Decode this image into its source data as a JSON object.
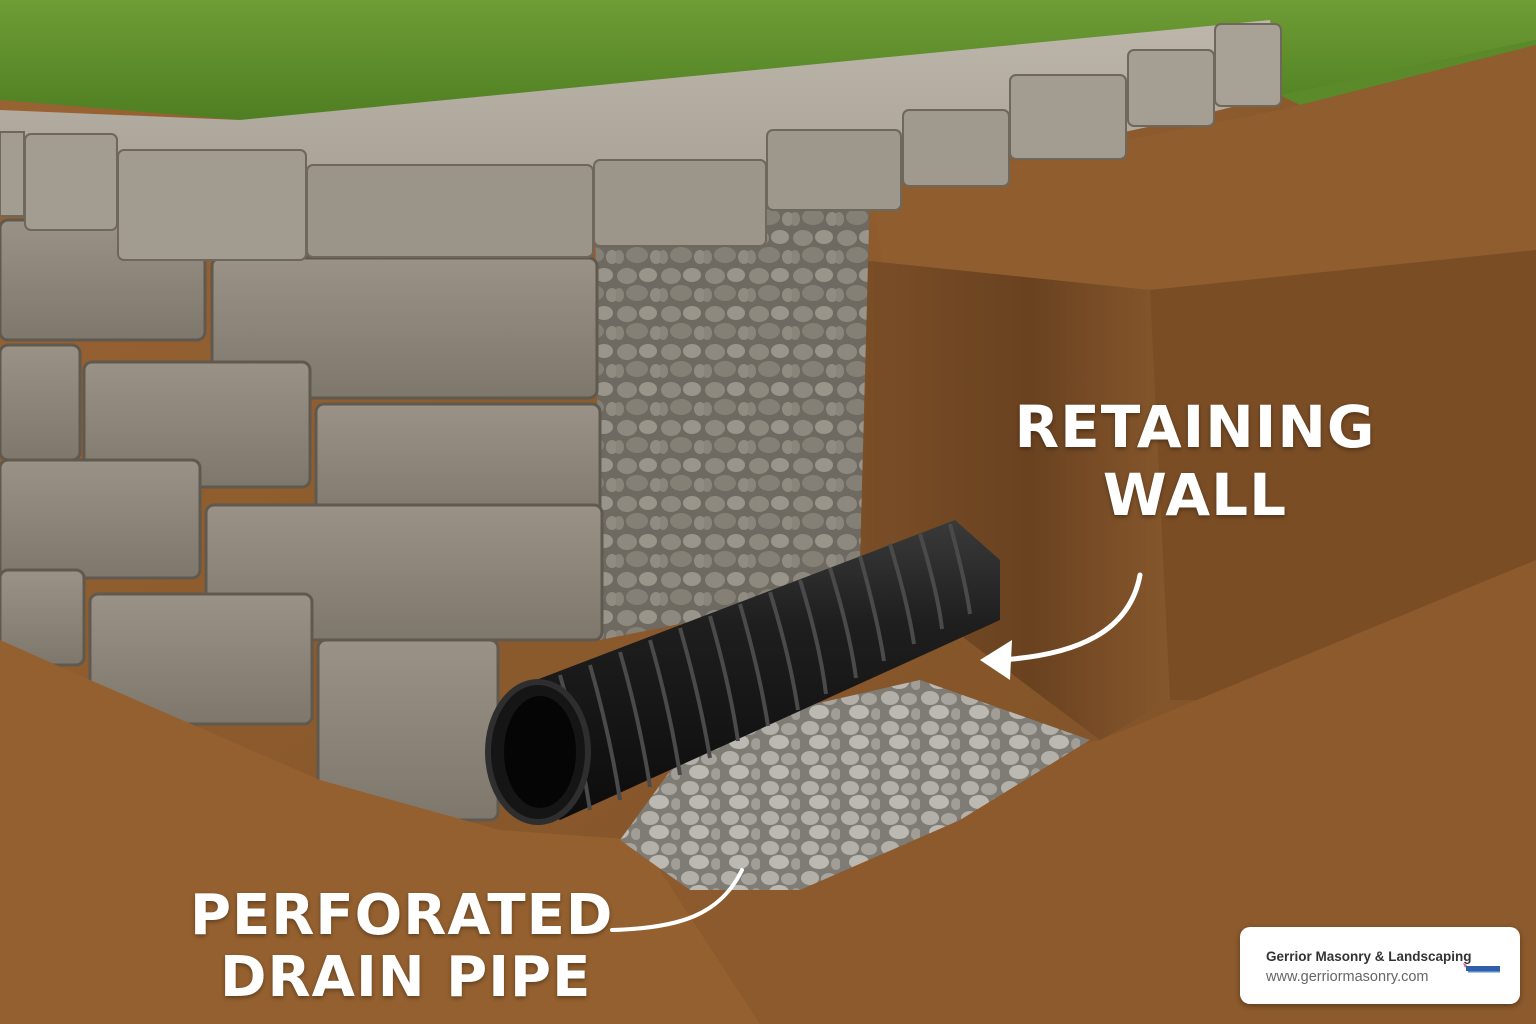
{
  "labels": {
    "retaining_wall": {
      "line1": "RETAINING",
      "line2": "WALL"
    },
    "drain_pipe": {
      "line1": "PERFORATED",
      "line2": "DRAIN PIPE"
    }
  },
  "branding": {
    "company_name": "Gerrior Masonry & Landscaping",
    "website": "www.gerriormasonry.com",
    "logo": "gerrior-logo-icon"
  },
  "scene": {
    "elements": [
      "grass-lawn",
      "stone-block-wall",
      "wall-capstones",
      "gravel-backfill",
      "corrugated-drain-pipe",
      "gravel-bed",
      "soil-cutaway"
    ],
    "colors": {
      "grass": "#5e8f2c",
      "stone": "#8f887c",
      "stone_light": "#b0a89b",
      "soil": "#8c5a2c",
      "soil_dark": "#5e3a1c",
      "pipe": "#1c1c1c",
      "gravel": "#a9a6a0",
      "text": "#ffffff"
    }
  }
}
